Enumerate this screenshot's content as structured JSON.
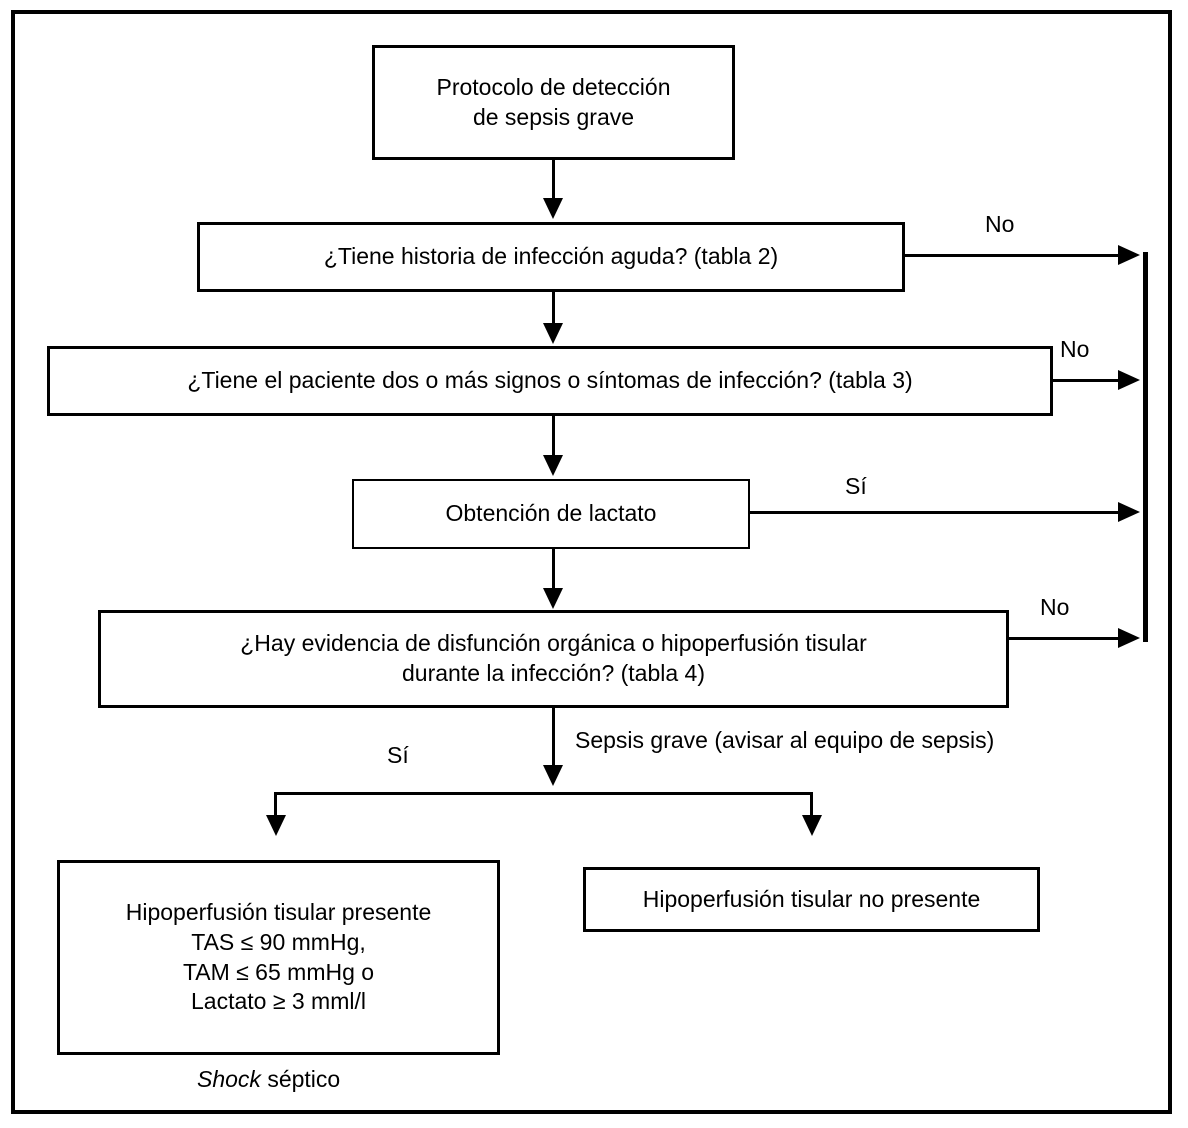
{
  "diagram": {
    "title": "Protocolo de detección de sepsis grave",
    "language": "es",
    "colors": {
      "stroke": "#000000",
      "background": "#ffffff",
      "text": "#000000"
    }
  },
  "nodes": {
    "start": {
      "line1": "Protocolo de detección",
      "line2": "de sepsis grave"
    },
    "q1": {
      "text": "¿Tiene historia de infección aguda? (tabla 2)"
    },
    "q2": {
      "text": "¿Tiene el paciente dos o más signos o síntomas de infección? (tabla 3)"
    },
    "lactate": {
      "text": "Obtención de lactato"
    },
    "q3": {
      "line1": "¿Hay evidencia de disfunción orgánica o hipoperfusión tisular",
      "line2": "durante la infección? (tabla 4)"
    },
    "outcome_present": {
      "line1": "Hipoperfusión tisular presente",
      "line2": "TAS ≤ 90 mmHg,",
      "line3": "TAM ≤ 65 mmHg o",
      "line4": "Lactato ≥ 3 mml/l"
    },
    "outcome_absent": {
      "text": "Hipoperfusión tisular no presente"
    }
  },
  "edges": {
    "q1_no": "No",
    "q2_no": "No",
    "lactate_yes": "Sí",
    "q3_no": "No",
    "q3_yes": "Sí",
    "sepsis_note": "Sepsis grave (avisar al equipo de sepsis)"
  },
  "annotations": {
    "septic_shock_italic": "Shock",
    "septic_shock_rest": " séptico"
  }
}
